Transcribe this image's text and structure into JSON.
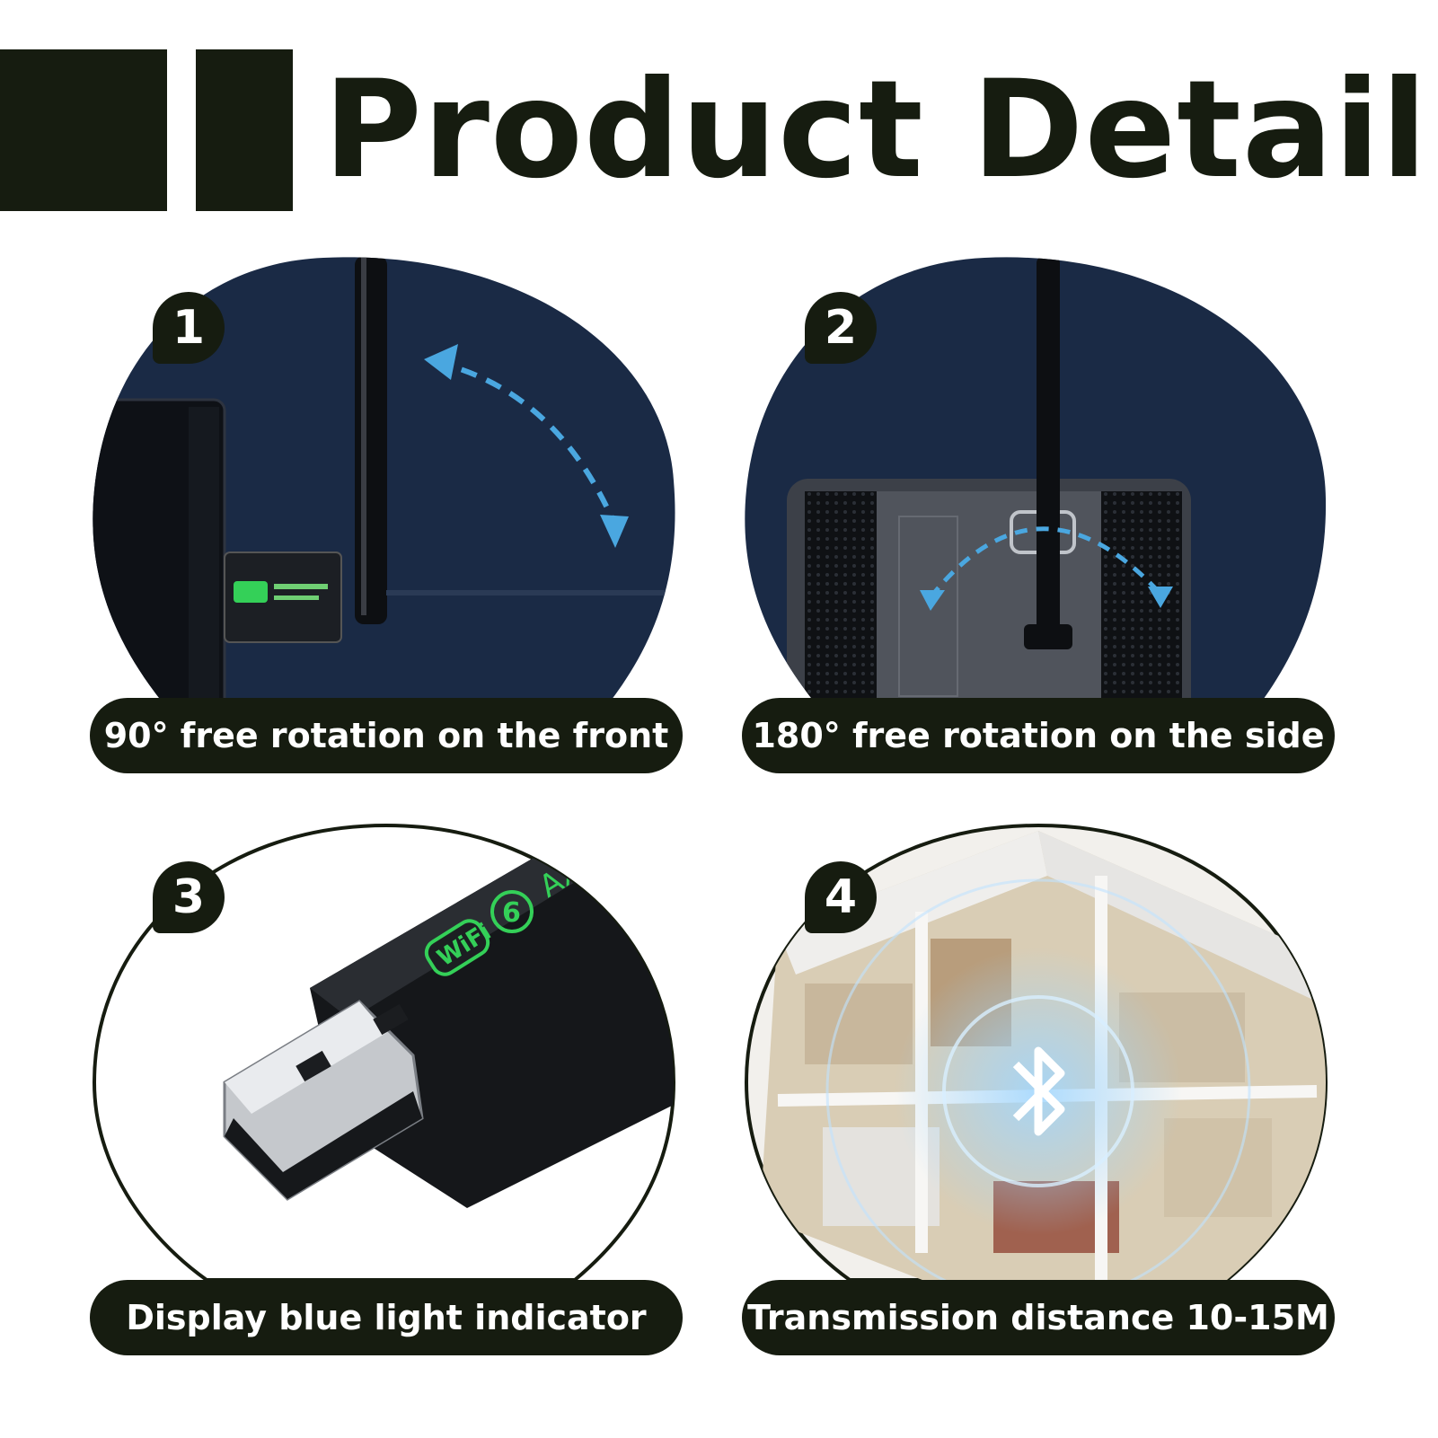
{
  "header": {
    "title": "Product Detail"
  },
  "panels": [
    {
      "number": "1",
      "caption": "90° free rotation on the front"
    },
    {
      "number": "2",
      "caption": "180° free rotation on the side"
    },
    {
      "number": "3",
      "caption": "Display blue light indicator"
    },
    {
      "number": "4",
      "caption": "Transmission distance 10-15M"
    }
  ],
  "adapter_label": {
    "wifi_brand": "WiFi",
    "generation": "6",
    "tag": "AX"
  },
  "colors": {
    "dark": "#161c10",
    "navy": "#1a2a45",
    "arrow": "#4aa7e0",
    "led_green": "#34d058",
    "bluetooth": "#3aa0e8"
  }
}
